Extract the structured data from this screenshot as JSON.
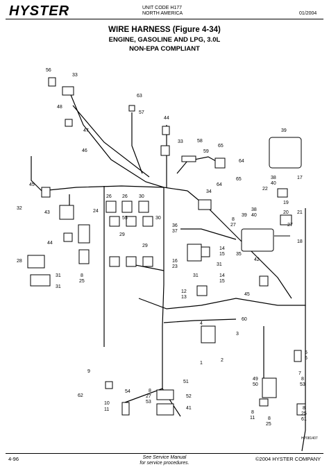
{
  "header": {
    "brand": "HYSTER",
    "unit_code": "UNIT CODE H177",
    "region": "NORTH AMERICA",
    "date": "01/2004"
  },
  "title": {
    "line1": "WIRE HARNESS (Figure 4-34)",
    "line2": "ENGINE, GASOLINE AND LPG, 3.0L",
    "line3": "NON-EPA COMPLIANT"
  },
  "figure": {
    "ref": "HP081407",
    "callouts": [
      {
        "id": "c56",
        "text": "56"
      },
      {
        "id": "c33a",
        "text": "33"
      },
      {
        "id": "c63",
        "text": "63"
      },
      {
        "id": "c57",
        "text": "57"
      },
      {
        "id": "c48",
        "text": "48"
      },
      {
        "id": "c47",
        "text": "47"
      },
      {
        "id": "c46",
        "text": "46"
      },
      {
        "id": "c44a",
        "text": "44"
      },
      {
        "id": "c58",
        "text": "58"
      },
      {
        "id": "c33b",
        "text": "33"
      },
      {
        "id": "c59",
        "text": "59"
      },
      {
        "id": "c65a",
        "text": "65"
      },
      {
        "id": "c64a",
        "text": "64"
      },
      {
        "id": "c64b",
        "text": "64"
      },
      {
        "id": "c65b",
        "text": "65"
      },
      {
        "id": "c39a",
        "text": "39"
      },
      {
        "id": "c38a",
        "text": "38"
      },
      {
        "id": "c40a",
        "text": "40"
      },
      {
        "id": "c17",
        "text": "17"
      },
      {
        "id": "c22",
        "text": "22"
      },
      {
        "id": "c19",
        "text": "19"
      },
      {
        "id": "c45a",
        "text": "45"
      },
      {
        "id": "c32",
        "text": "32"
      },
      {
        "id": "c43",
        "text": "43"
      },
      {
        "id": "c26",
        "text": "26"
      },
      {
        "id": "c26b",
        "text": "26"
      },
      {
        "id": "c30",
        "text": "30"
      },
      {
        "id": "c34",
        "text": "34"
      },
      {
        "id": "c20",
        "text": "20"
      },
      {
        "id": "c21",
        "text": "21"
      },
      {
        "id": "c24",
        "text": "24"
      },
      {
        "id": "c55",
        "text": "55"
      },
      {
        "id": "c30b",
        "text": "30"
      },
      {
        "id": "c39b",
        "text": "39"
      },
      {
        "id": "c38b",
        "text": "38"
      },
      {
        "id": "c40b",
        "text": "40"
      },
      {
        "id": "c8a",
        "text": "8"
      },
      {
        "id": "c27a",
        "text": "27"
      },
      {
        "id": "c27b",
        "text": "27"
      },
      {
        "id": "c18",
        "text": "18"
      },
      {
        "id": "c44b",
        "text": "44"
      },
      {
        "id": "c29a",
        "text": "29"
      },
      {
        "id": "c36",
        "text": "36"
      },
      {
        "id": "c37",
        "text": "37"
      },
      {
        "id": "c29b",
        "text": "29"
      },
      {
        "id": "c14a",
        "text": "14"
      },
      {
        "id": "c15a",
        "text": "15"
      },
      {
        "id": "c35",
        "text": "35"
      },
      {
        "id": "c28",
        "text": "28"
      },
      {
        "id": "c16",
        "text": "16"
      },
      {
        "id": "c23",
        "text": "23"
      },
      {
        "id": "c31a",
        "text": "31"
      },
      {
        "id": "c31b",
        "text": "31"
      },
      {
        "id": "c42",
        "text": "42"
      },
      {
        "id": "c31c",
        "text": "31"
      },
      {
        "id": "c8b",
        "text": "8"
      },
      {
        "id": "c25a",
        "text": "25"
      },
      {
        "id": "c14b",
        "text": "14"
      },
      {
        "id": "c15b",
        "text": "15"
      },
      {
        "id": "c31d",
        "text": "31"
      },
      {
        "id": "c12",
        "text": "12"
      },
      {
        "id": "c13",
        "text": "13"
      },
      {
        "id": "c45b",
        "text": "45"
      },
      {
        "id": "c60",
        "text": "60"
      },
      {
        "id": "c4",
        "text": "4"
      },
      {
        "id": "c3",
        "text": "3"
      },
      {
        "id": "c5",
        "text": "5"
      },
      {
        "id": "c6",
        "text": "6"
      },
      {
        "id": "c1",
        "text": "1"
      },
      {
        "id": "c2",
        "text": "2"
      },
      {
        "id": "c7",
        "text": "7"
      },
      {
        "id": "c9",
        "text": "9"
      },
      {
        "id": "c49",
        "text": "49"
      },
      {
        "id": "c50",
        "text": "50"
      },
      {
        "id": "c8c",
        "text": "8"
      },
      {
        "id": "c53a",
        "text": "53"
      },
      {
        "id": "c51",
        "text": "51"
      },
      {
        "id": "c8d",
        "text": "8"
      },
      {
        "id": "c27c",
        "text": "27"
      },
      {
        "id": "c53b",
        "text": "53"
      },
      {
        "id": "c52",
        "text": "52"
      },
      {
        "id": "c62",
        "text": "62"
      },
      {
        "id": "c54",
        "text": "54"
      },
      {
        "id": "c10",
        "text": "10"
      },
      {
        "id": "c11a",
        "text": "11"
      },
      {
        "id": "c41",
        "text": "41"
      },
      {
        "id": "c8e",
        "text": "8"
      },
      {
        "id": "c11b",
        "text": "11"
      },
      {
        "id": "c8f",
        "text": "8"
      },
      {
        "id": "c25b",
        "text": "25"
      },
      {
        "id": "c61",
        "text": "61"
      },
      {
        "id": "c8g",
        "text": "8"
      },
      {
        "id": "c25c",
        "text": "25"
      }
    ]
  },
  "footer": {
    "page": "4-96",
    "note_line1": "See Service Manual",
    "note_line2": "for service procedures.",
    "copyright": "©2004 HYSTER COMPANY"
  }
}
